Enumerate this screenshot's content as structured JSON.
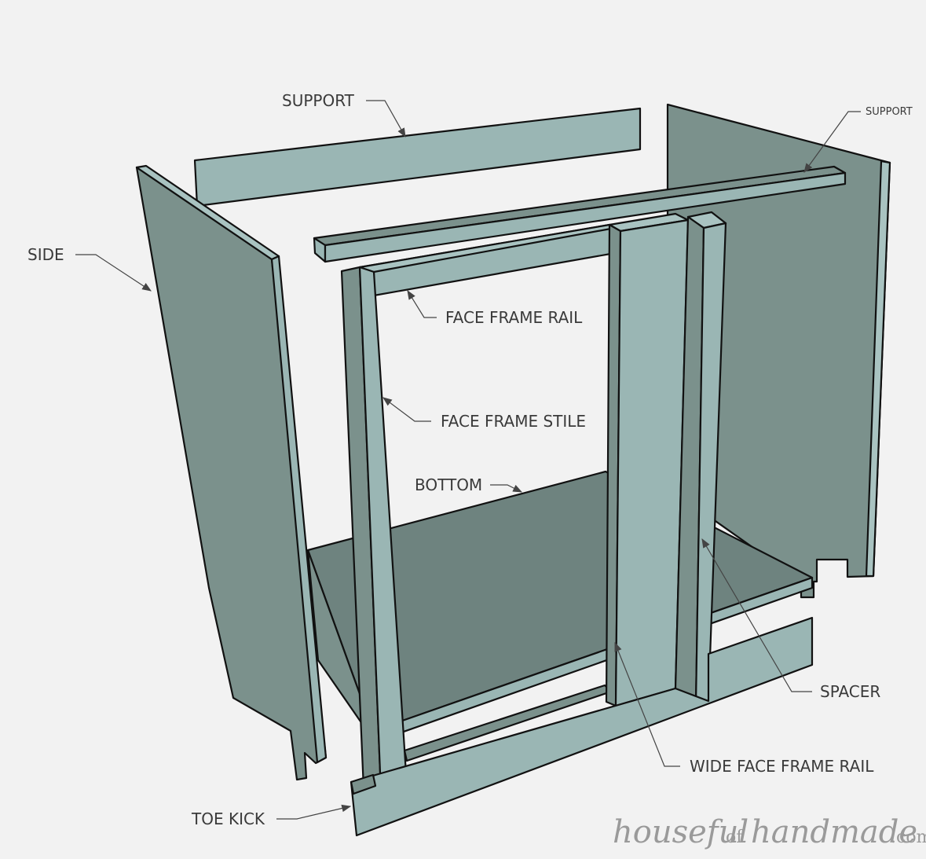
{
  "labels": {
    "support_top": "SUPPORT",
    "support_right": "SUPPORT",
    "side": "SIDE",
    "face_frame_rail": "FACE FRAME RAIL",
    "face_frame_stile": "FACE FRAME STILE",
    "bottom": "BOTTOM",
    "spacer": "SPACER",
    "wide_face_frame_rail": "WIDE FACE FRAME RAIL",
    "toe_kick": "TOE KICK"
  },
  "watermark": {
    "part1": "houseful",
    "part2": "of",
    "part3": "handmade",
    "part4": ".com"
  },
  "colors": {
    "background": "#f2f2f2",
    "panel_light": "#9ab6b4",
    "panel_mid": "#7b918c",
    "panel_dark": "#6e837f",
    "edge_light": "#a9c3c1",
    "outline": "#111111"
  }
}
